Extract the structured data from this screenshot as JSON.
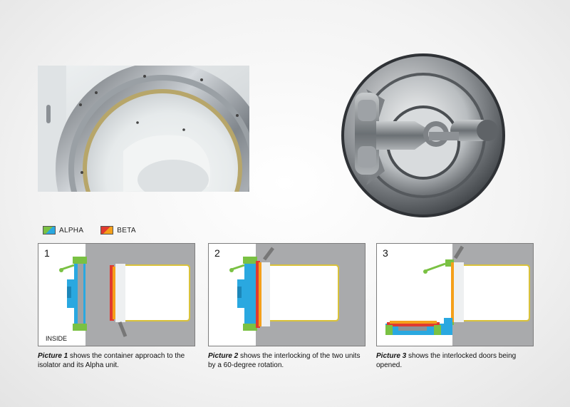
{
  "legend": {
    "items": [
      {
        "label": "ALPHA",
        "color_a": "#7ac143",
        "color_b": "#2aa8e0"
      },
      {
        "label": "BETA",
        "color_a": "#e03a2f",
        "color_b": "#f5a01a"
      }
    ]
  },
  "panels": [
    {
      "number": "1",
      "inside_label": "INSIDE"
    },
    {
      "number": "2"
    },
    {
      "number": "3"
    }
  ],
  "captions": [
    {
      "bold": "Picture 1",
      "text": " shows the container approach to the isolator and its Alpha unit."
    },
    {
      "bold": "Picture 2",
      "text": " shows the interlocking of the two units by a 60-degree rotation."
    },
    {
      "bold": "Picture 3",
      "text": " shows the interlocked doors being opened."
    }
  ],
  "colors": {
    "wall": "#a9aaac",
    "alpha_green": "#7ac143",
    "alpha_blue": "#2aa8e0",
    "beta_red": "#e03a2f",
    "beta_orange": "#f5a01a",
    "container_yellow": "#d9c23a"
  }
}
